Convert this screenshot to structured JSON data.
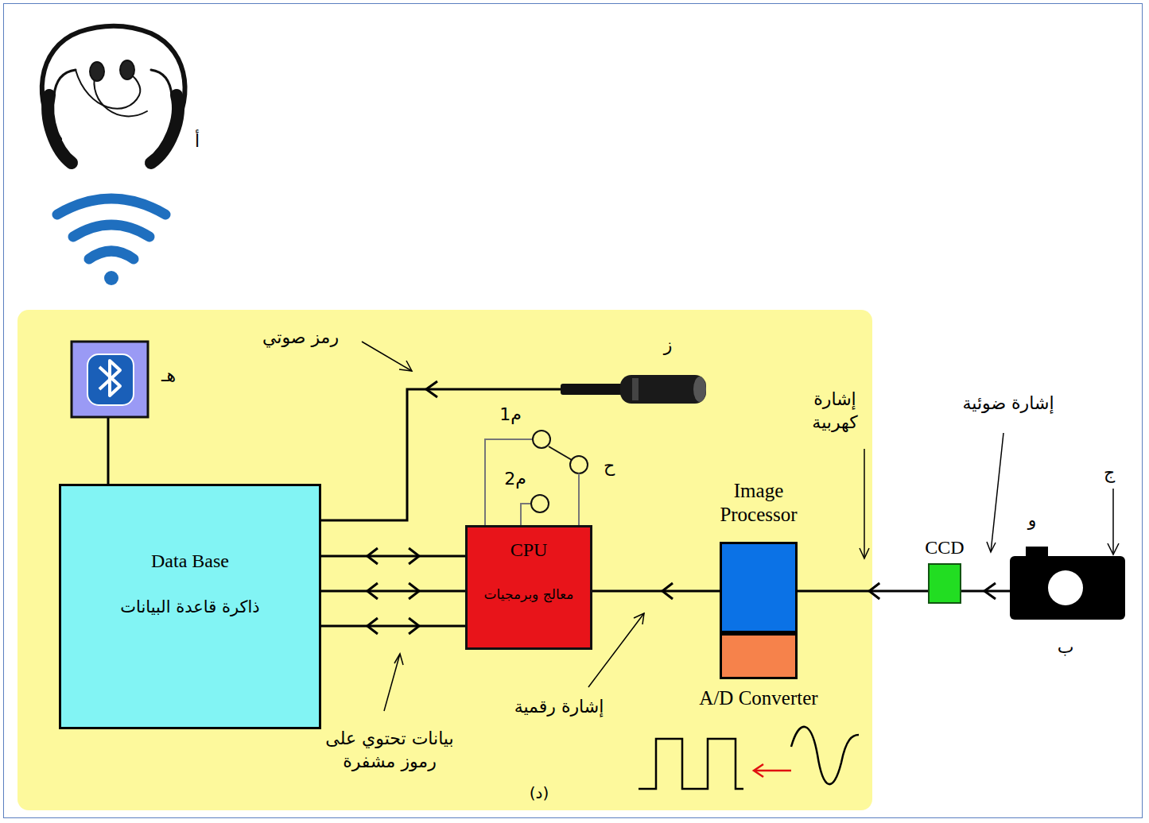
{
  "diagram": {
    "caption": "(د)",
    "nodes": [
      {
        "text": [
          "(د)"
        ]
      },
      {
        "text": [
          "Data Base",
          "ذاكرة قاعدة البيانات"
        ],
        "in": 0
      },
      {
        "text": [
          "CPU",
          "معالج وبرمجيات"
        ],
        "in": 0
      },
      {
        "text": [
          "Image Processor"
        ],
        "in": 0
      },
      {
        "text": [
          "A/D Converter"
        ],
        "in": 0
      },
      {
        "text": [
          "CCD"
        ]
      }
    ],
    "edges": [
      {
        "from": 5,
        "to": 3,
        "arrow": "to"
      },
      {
        "from": 3,
        "to": 2,
        "arrow": "to"
      },
      {
        "from": 1,
        "to": 2,
        "arrow": "both"
      },
      {
        "from": 1,
        "to": 2,
        "arrow": "both"
      },
      {
        "from": 1,
        "to": 2,
        "arrow": "both"
      }
    ],
    "labels": [
      "أ",
      "هـ",
      "رمز صوتي",
      "ز",
      "م1",
      "م2",
      "ح",
      "إشارة كهربية",
      "إشارة ضوئية",
      "ج",
      "و",
      "ب",
      "إشارة رقمية",
      "بيانات تحتوي على رموز مشفرة"
    ]
  }
}
